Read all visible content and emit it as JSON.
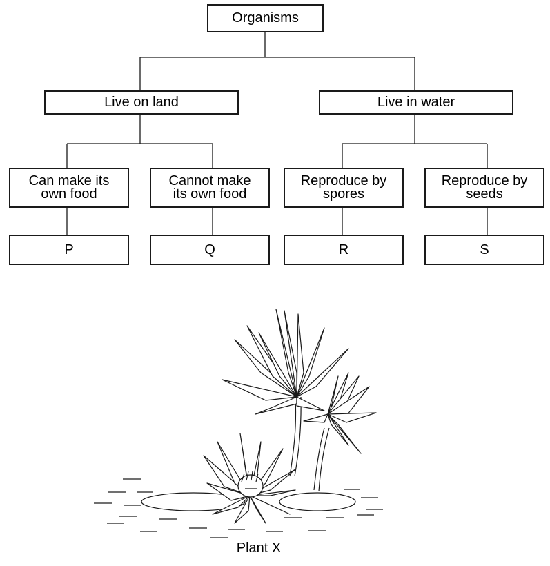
{
  "tree": {
    "root": "Organisms",
    "left_branch": "Live on land",
    "right_branch": "Live in water",
    "leaves": [
      {
        "criterion": "Can make its\nown food",
        "label": "P"
      },
      {
        "criterion": "Cannot make\nits own food",
        "label": "Q"
      },
      {
        "criterion": "Reproduce by\nspores",
        "label": "R"
      },
      {
        "criterion": "Reproduce by\nseeds",
        "label": "S"
      }
    ]
  },
  "illustration": {
    "caption": "Plant X",
    "subject": "water-lily-icon"
  }
}
